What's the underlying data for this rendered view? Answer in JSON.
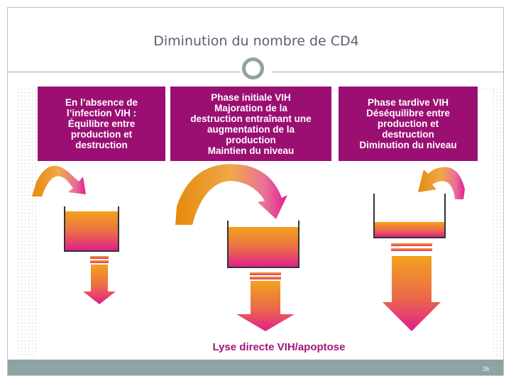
{
  "slide": {
    "title": "Diminution du nombre de CD4",
    "page_number": "26"
  },
  "phases": [
    {
      "lines": [
        "En l’absence de",
        "l’infection VIH :",
        "Équilibre entre",
        "production et",
        "destruction"
      ]
    },
    {
      "lines": [
        "Phase initiale VIH",
        "Majoration de la",
        "destruction entraînant une",
        "augmentation de la",
        "production",
        "Maintien du niveau"
      ]
    },
    {
      "lines": [
        "Phase tardive VIH",
        "Déséquilibre entre",
        "production et",
        "destruction",
        "Diminution du niveau"
      ]
    }
  ],
  "bottom_label": "Lyse directe VIH/apoptose",
  "colors": {
    "header_bg": "#9b0f73",
    "orange": "#f0a020",
    "magenta": "#e0208a",
    "frame_accent": "#8ea3a3"
  }
}
